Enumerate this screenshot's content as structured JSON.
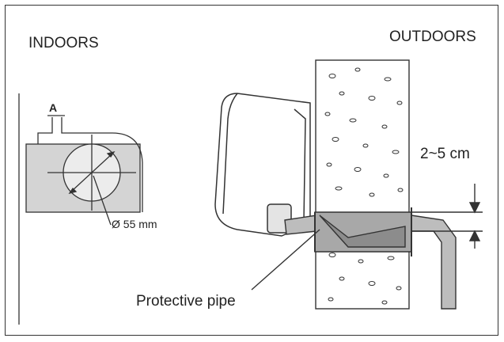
{
  "labels": {
    "indoors": "INDOORS",
    "outdoors": "OUTDOORS",
    "marker_a": "A",
    "diameter": "Ø 55 mm",
    "gap": "2~5 cm",
    "protective_pipe": "Protective pipe"
  },
  "colors": {
    "line": "#333333",
    "plate_fill": "#d4d4d4",
    "pipe_fill": "#a8a8a8",
    "unit_fill": "#ffffff"
  }
}
